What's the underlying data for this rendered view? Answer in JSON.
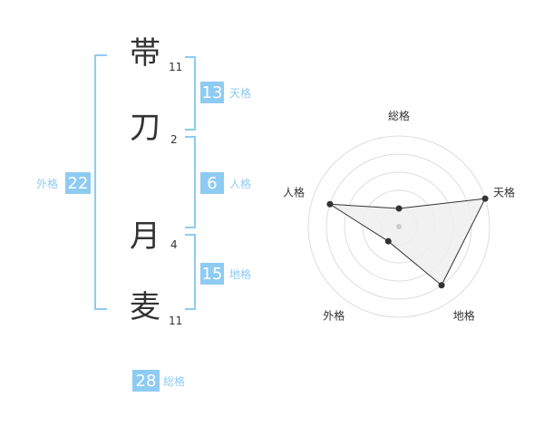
{
  "name_chars": [
    {
      "char": "帯",
      "strokes": "11"
    },
    {
      "char": "刀",
      "strokes": "2"
    },
    {
      "char": "月",
      "strokes": "4"
    },
    {
      "char": "麦",
      "strokes": "11"
    }
  ],
  "fortunes": {
    "tenkaku": {
      "value": "13",
      "label": "天格"
    },
    "jinkaku": {
      "value": "6",
      "label": "人格"
    },
    "chikaku": {
      "value": "15",
      "label": "地格"
    },
    "gaikaku": {
      "value": "22",
      "label": "外格"
    },
    "soukaku": {
      "value": "28",
      "label": "総格"
    }
  },
  "colors": {
    "accent": "#8ecbf2",
    "text": "#333333",
    "ring": "#dddddd",
    "fill": "#eeeeee"
  },
  "chart_data": {
    "type": "radar",
    "axes": [
      "総格",
      "天格",
      "地格",
      "外格",
      "人格"
    ],
    "values": [
      1,
      5,
      4,
      1,
      4
    ],
    "max": 5,
    "rings": 5,
    "grid": true
  }
}
